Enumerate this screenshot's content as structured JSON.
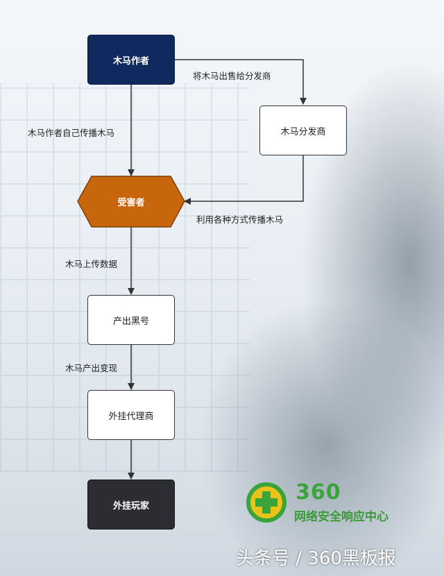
{
  "nodes": {
    "author": "木马作者",
    "distributor": "木马分发商",
    "victim": "受害者",
    "blackmarket": "产出黑号",
    "cheat_agent": "外挂代理商",
    "cheat_player": "外挂玩家"
  },
  "edges": {
    "sell_to_distributor": "将木马出售给分发商",
    "author_self_spread": "木马作者自己传播木马",
    "spread_various": "利用各种方式传播木马",
    "upload_data": "木马上传数据",
    "monetize": "木马产出变现"
  },
  "logo": {
    "number": "360",
    "subtitle": "网络安全响应中心"
  },
  "watermark": "头条号 / 360黑板报",
  "colors": {
    "author_box": "#10295e",
    "victim_hex": "#c7660d",
    "player_box": "#2b2d33",
    "logo_green": "#3aa33a"
  }
}
